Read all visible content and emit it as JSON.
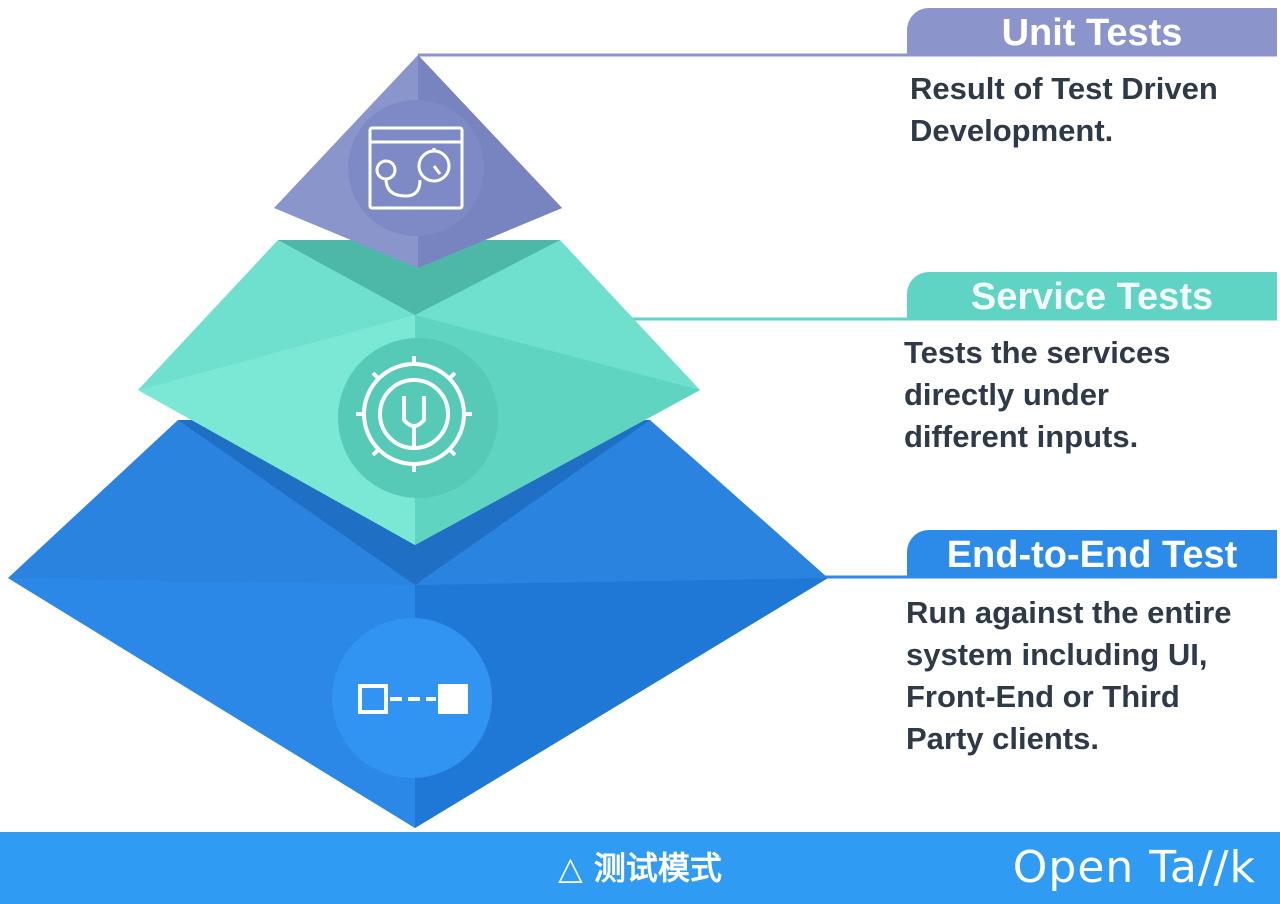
{
  "levels": [
    {
      "title": "Unit Tests",
      "description": "Result of Test Driven\nDevelopment.",
      "icon": "stopwatch-browser-icon",
      "color": "#8b95cc"
    },
    {
      "title": "Service Tests",
      "description": "Tests the services\ndirectly under\ndifferent inputs.",
      "icon": "gear-wrench-icon",
      "color": "#5fd3c4"
    },
    {
      "title": "End-to-End Test",
      "description": "Run against the entire\nsystem including UI,\nFront-End or Third\nParty clients.",
      "icon": "connected-nodes-icon",
      "color": "#2c8ae8"
    }
  ],
  "footer": {
    "caption": "△ 测试模式",
    "brand": "Open Ta//k"
  }
}
